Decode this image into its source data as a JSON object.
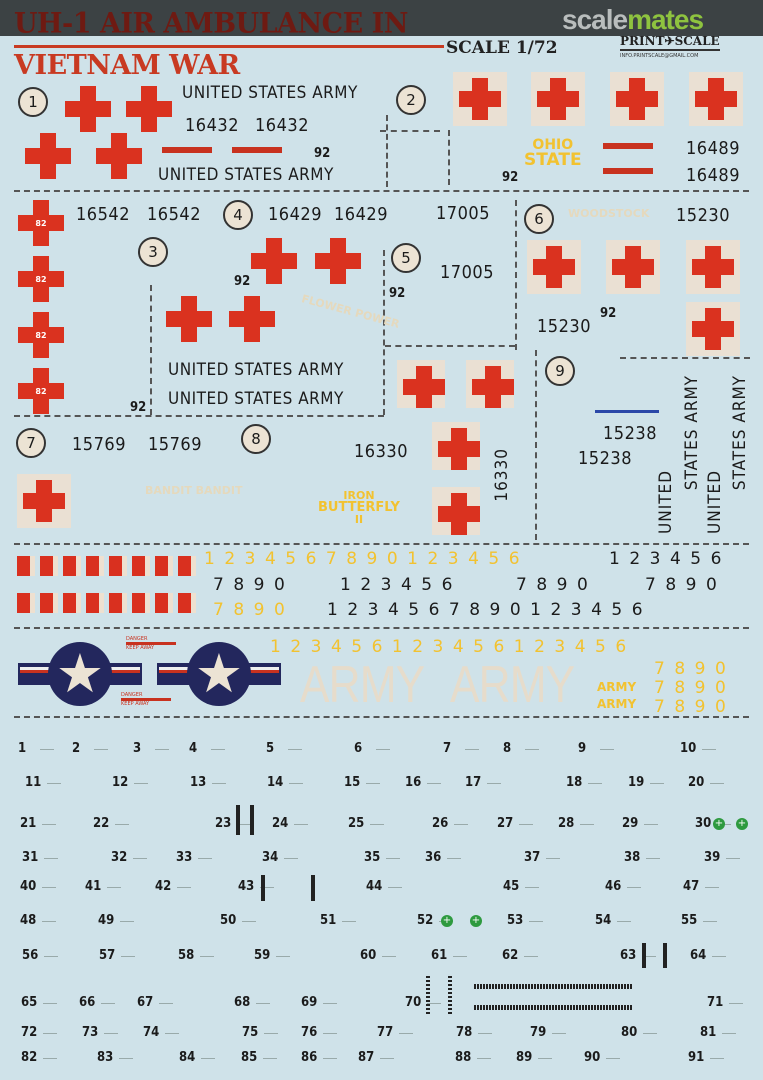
{
  "header": {
    "title_line1": "UH-1 AIR AMBULANCE IN",
    "title_line2": "VIETNAM WAR",
    "scale": "SCALE 1/72",
    "brand": "PRINT✈SCALE",
    "email": "INFO.PRINTSCALE@GMAIL.COM",
    "watermark_a": "scale",
    "watermark_b": "mates"
  },
  "options": [
    "1",
    "2",
    "3",
    "4",
    "5",
    "6",
    "7",
    "8",
    "9"
  ],
  "texts": {
    "usa": "UNITED STATES ARMY",
    "united": "UNITED",
    "states_army": "STATES ARMY",
    "n92": "92",
    "ohio": "OHIO",
    "state": "STATE",
    "woodstock": "WOODSTOCK",
    "flower_power": "FLOWER POWER",
    "bandit": "BANDIT BANDIT",
    "iron": "IRON",
    "butterfly": "BUTTERFLY",
    "roman2": "II",
    "danger": "DANGER",
    "keep_away": "KEEP AWAY",
    "c82": "82",
    "army": "ARMY"
  },
  "serials": {
    "s16432": "16432",
    "s16489": "16489",
    "s16542": "16542",
    "s16429": "16429",
    "s17005": "17005",
    "s15230": "15230",
    "s15769": "15769",
    "s16330": "16330",
    "s15238": "15238"
  },
  "digit_rows": {
    "r1_yellow": "1234567890123456",
    "r1_black": "123456",
    "r2_black_a": "7890",
    "r2_black_b": "123456",
    "r2_black_c": "7890",
    "r2_black_d": "7890",
    "r3_yellow": "7890",
    "r3_black": "1234567890123456",
    "r4_yellow": "123456123456123456",
    "r5_yellow": "7890",
    "r6_yellow": "7890",
    "r7_yellow": "7890"
  },
  "stencil_numbers": [
    "1",
    "2",
    "3",
    "4",
    "5",
    "6",
    "7",
    "8",
    "9",
    "10",
    "11",
    "12",
    "13",
    "14",
    "15",
    "16",
    "17",
    "18",
    "19",
    "20",
    "21",
    "22",
    "23",
    "24",
    "25",
    "26",
    "27",
    "28",
    "29",
    "30",
    "31",
    "32",
    "33",
    "34",
    "35",
    "36",
    "37",
    "38",
    "39",
    "40",
    "41",
    "42",
    "43",
    "44",
    "45",
    "46",
    "47",
    "48",
    "49",
    "50",
    "51",
    "52",
    "53",
    "54",
    "55",
    "56",
    "57",
    "58",
    "59",
    "60",
    "61",
    "62",
    "63",
    "64",
    "65",
    "66",
    "67",
    "68",
    "69",
    "70",
    "71",
    "72",
    "73",
    "74",
    "75",
    "76",
    "77",
    "78",
    "79",
    "80",
    "81",
    "82",
    "83",
    "84",
    "85",
    "86",
    "87",
    "88",
    "89",
    "90",
    "91"
  ],
  "colors": {
    "background": "#cfe2e9",
    "red_cross": "#da321f",
    "title_dark_red": "#6e1a12",
    "title_red": "#c83a22",
    "insignia_blue": "#23275d",
    "yellow": "#f2c230",
    "beige": "#eae0d3"
  }
}
